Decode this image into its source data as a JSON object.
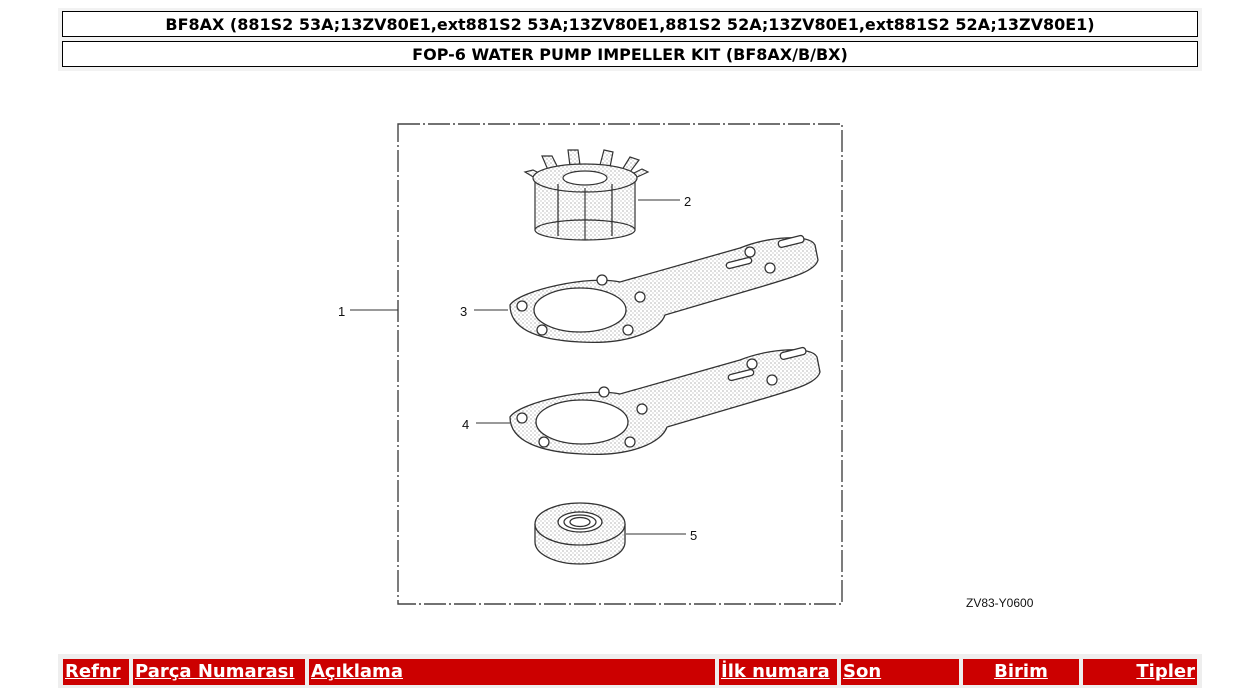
{
  "header": {
    "model_line": "BF8AX (881S2 53A;13ZV80E1,ext881S2 53A;13ZV80E1,881S2 52A;13ZV80E1,ext881S2 52A;13ZV80E1)",
    "kit_title": "FOP-6 WATER PUMP IMPELLER KIT (BF8AX/B/BX)"
  },
  "diagram": {
    "callouts": [
      "1",
      "2",
      "3",
      "4",
      "5"
    ],
    "code": "ZV83-Y0600"
  },
  "table": {
    "columns": {
      "ref": "Refnr",
      "part_number": "Parça Numarası",
      "description": "Açıklama",
      "first_number": "İlk numara",
      "last": "Son",
      "unit": "Birim",
      "types": "Tipler"
    }
  },
  "colors": {
    "header_bg": "#cc0000",
    "header_text": "#ffffff"
  }
}
